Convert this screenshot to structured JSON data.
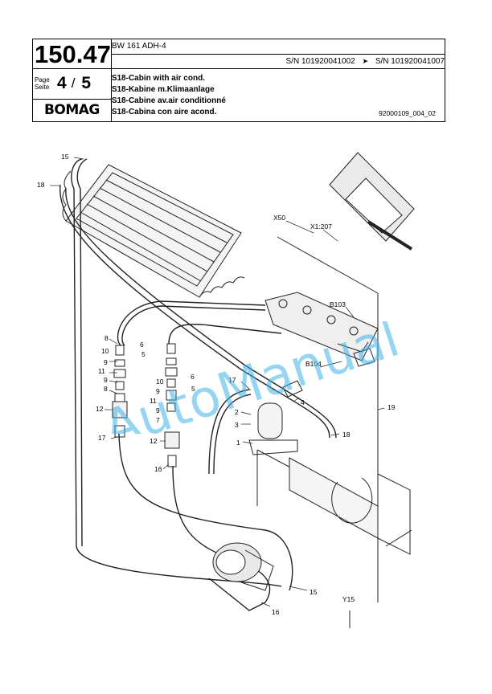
{
  "header": {
    "section_number": "150.47",
    "page_label_de": "Page",
    "page_label_en": "Seite",
    "page_current": "4",
    "page_separator": "/",
    "page_total": "5",
    "brand": "BOMAG",
    "model": "BW 161 ADH-4",
    "serial_from": "S/N 101920041002",
    "serial_arrow": "➤",
    "serial_to": "S/N 101920041007",
    "titles": [
      "S18-Cabin with air cond.",
      "S18-Kabine m.Klimaanlage",
      "S18-Cabine av.air conditionné",
      "S18-Cabina con aire acond."
    ],
    "document_number": "92000109_004_02"
  },
  "diagram": {
    "labels": [
      "15",
      "18",
      "8",
      "6",
      "10",
      "5",
      "9",
      "11",
      "9",
      "8",
      "12",
      "17",
      "6",
      "10",
      "5",
      "9",
      "11",
      "9",
      "7",
      "12",
      "16",
      "17",
      "2",
      "3",
      "1",
      "4",
      "18",
      "X50",
      "X1:207",
      "B103",
      "B104",
      "19",
      "15",
      "16",
      "Y15"
    ],
    "watermark": "AutoManual"
  },
  "colors": {
    "watermark": "#3fb3e6",
    "line": "#222222"
  }
}
